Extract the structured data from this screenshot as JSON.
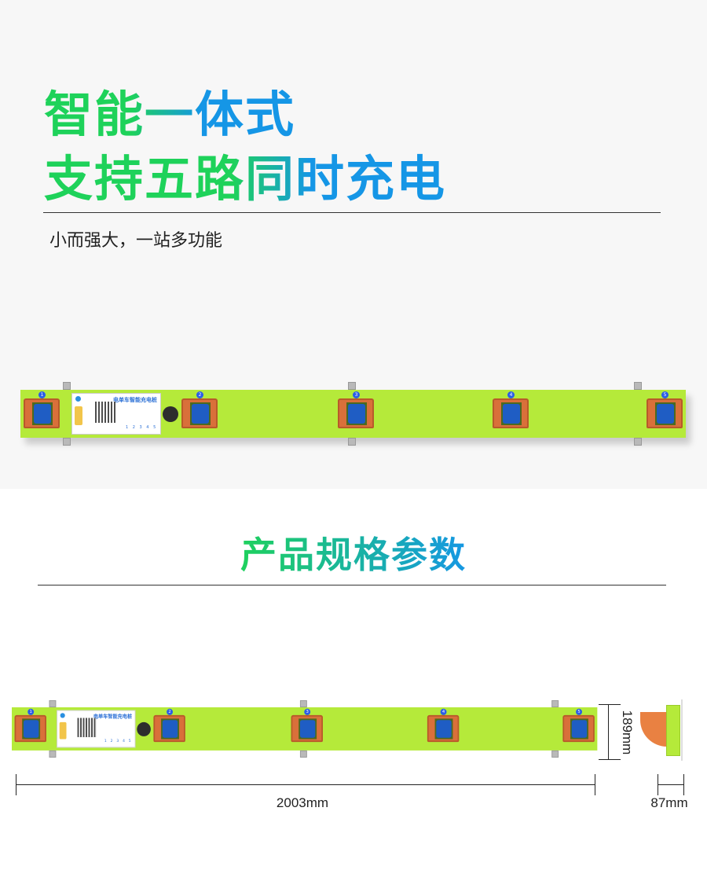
{
  "hero": {
    "title_line1": "智能一体式",
    "title_line2": "支持五路同时充电",
    "subtitle": "小而强大，一站多功能"
  },
  "product": {
    "panel_title": "电单车智能充电桩",
    "socket_numbers": [
      "1",
      "2",
      "3",
      "4",
      "5"
    ],
    "panel_numbers": "1 2 3 4 5",
    "colors": {
      "body": "#b5ea3a",
      "socket_cover": "#d9703a",
      "socket": "#1f5dc4",
      "badge": "#2b5ee6"
    }
  },
  "specs": {
    "title": "产品规格参数",
    "height_label": "189mm",
    "length_label": "2003mm",
    "depth_label": "87mm"
  },
  "colors": {
    "title_green": "#1ed25a",
    "title_blue": "#1596e6"
  }
}
